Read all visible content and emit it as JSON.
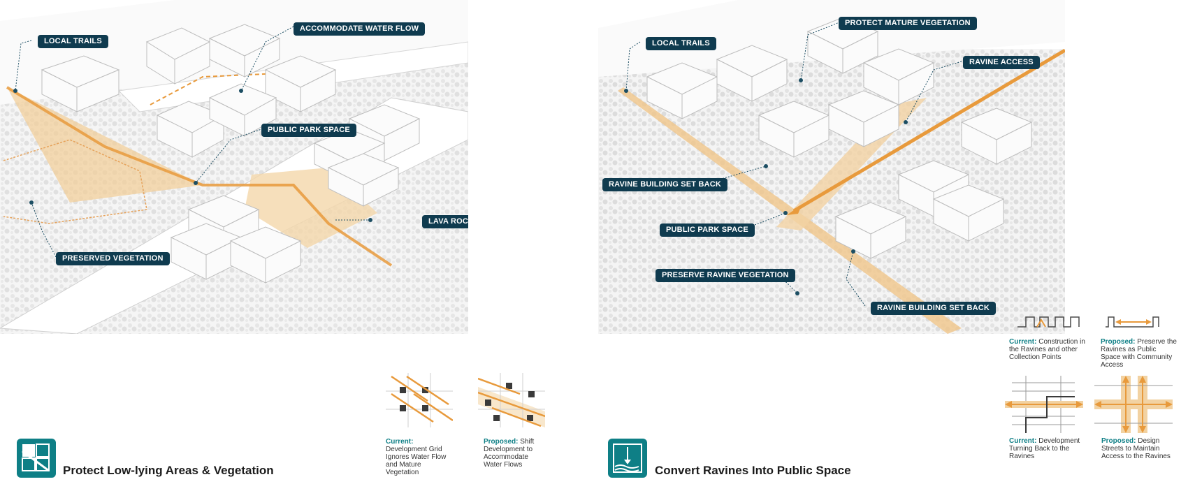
{
  "left_panel": {
    "callouts": {
      "local_trails": "LOCAL TRAILS",
      "accommodate_water_flow": "ACCOMMODATE WATER FLOW",
      "public_park_space": "PUBLIC PARK SPACE",
      "lava_rock_gardens": "LAVA ROCK GARDENS",
      "preserved_vegetation": "PRESERVED VEGETATION"
    },
    "title": "Protect Low-lying Areas & Vegetation",
    "captions": {
      "current_lead": "Current:",
      "current_text": "Development Grid Ignores Water Flow and Mature Vegetation",
      "proposed_lead": "Proposed:",
      "proposed_text": "Shift Development to Accommodate Water Flows"
    }
  },
  "right_panel": {
    "callouts": {
      "local_trails": "LOCAL TRAILS",
      "protect_mature_vegetation": "PROTECT MATURE VEGETATION",
      "ravine_access": "RAVINE ACCESS",
      "ravine_building_set_back_1": "RAVINE BUILDING SET BACK",
      "public_park_space": "PUBLIC PARK SPACE",
      "preserve_ravine_vegetation": "PRESERVE RAVINE VEGETATION",
      "ravine_building_set_back_2": "RAVINE BUILDING SET BACK"
    },
    "title": "Convert Ravines Into Public Space",
    "captions": {
      "current1_lead": "Current:",
      "current1_text": "Construction in the Ravines and other Collection Points",
      "proposed1_lead": "Proposed:",
      "proposed1_text": "Preserve the Ravines as Public Space with Community Access",
      "current2_lead": "Current:",
      "current2_text": "Development Turning Back to the Ravines",
      "proposed2_lead": "Proposed:",
      "proposed2_text": "Design Streets to Maintain Access to the Ravines"
    }
  },
  "colors": {
    "accent_orange": "#e89a3c",
    "callout_navy": "#0f3b4f",
    "brand_teal": "#0e7f86"
  }
}
